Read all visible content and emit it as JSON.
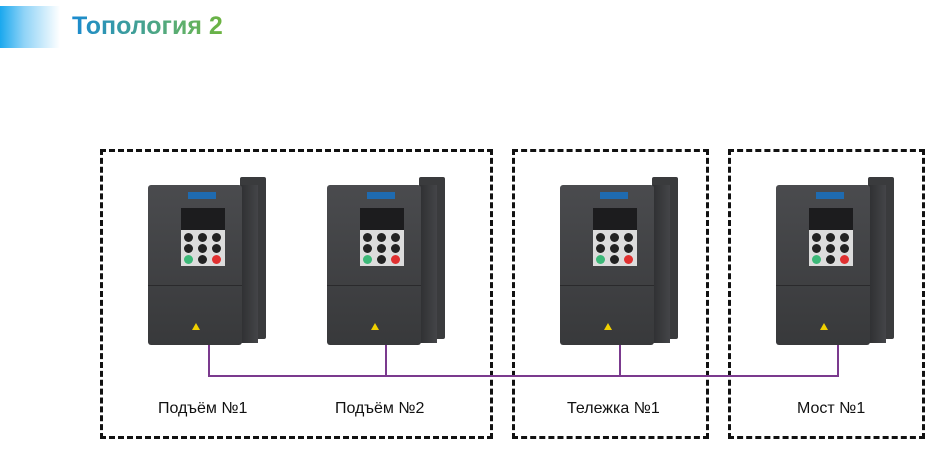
{
  "header": {
    "title": "Топология 2",
    "accent_color": "#1aa8ee"
  },
  "groups": [
    {
      "labels": [
        "Подъём №1",
        "Подъём №2"
      ]
    },
    {
      "labels": [
        "Тележка №1"
      ]
    },
    {
      "labels": [
        "Мост №1"
      ]
    }
  ],
  "devices": [
    {
      "type": "frequency-drive"
    },
    {
      "type": "frequency-drive"
    },
    {
      "type": "frequency-drive"
    },
    {
      "type": "frequency-drive"
    }
  ],
  "wire_color": "#7b3a8e"
}
